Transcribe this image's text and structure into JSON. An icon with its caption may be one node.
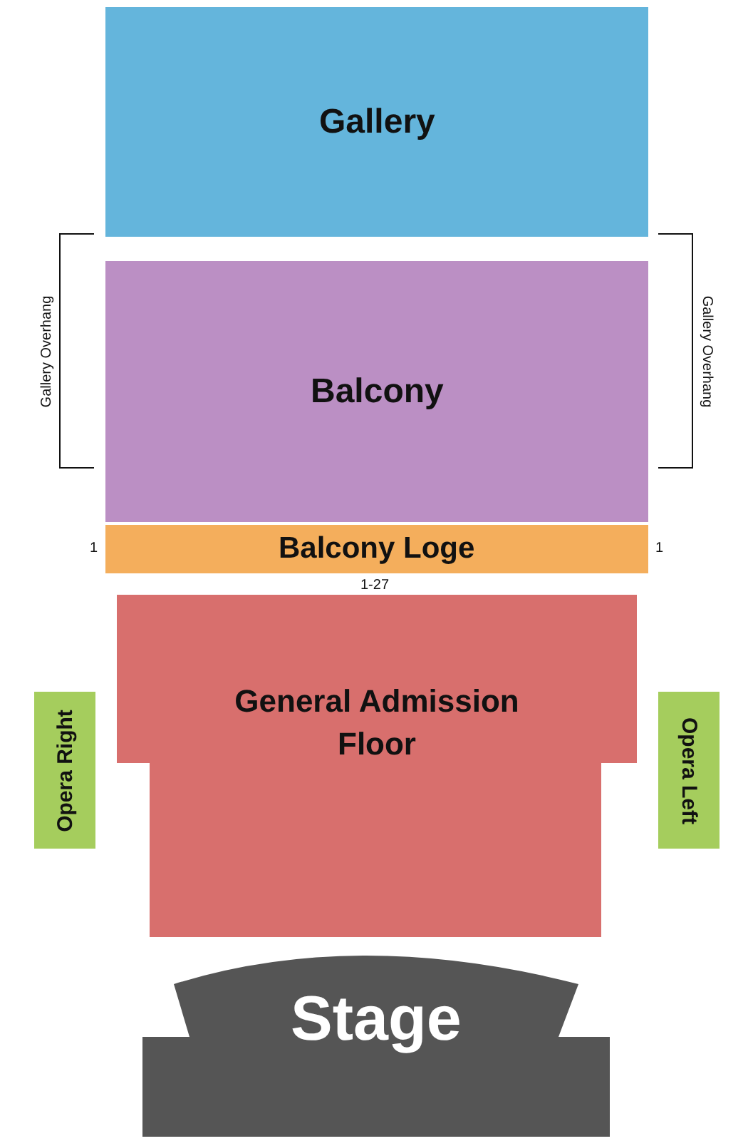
{
  "diagram": {
    "nodes": [
      {
        "text": [
          "Gallery"
        ]
      },
      {
        "text": [
          "Balcony"
        ]
      },
      {
        "text": [
          "Balcony Loge"
        ]
      },
      {
        "text": [
          "General Admission Floor"
        ]
      },
      {
        "text": [
          "Opera Right"
        ]
      },
      {
        "text": [
          "Opera Left"
        ]
      },
      {
        "text": [
          "Stage"
        ]
      }
    ],
    "labels": [
      "Gallery Overhang",
      "Gallery Overhang",
      "1",
      "1",
      "1-27"
    ]
  }
}
